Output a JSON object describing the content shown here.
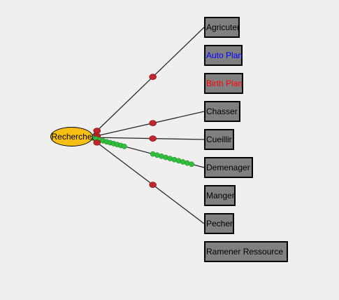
{
  "root": {
    "label": "Recherche"
  },
  "nodes": [
    {
      "id": "agriculter",
      "label": "Agricuter",
      "color": "#000000"
    },
    {
      "id": "auto-plan",
      "label": "Auto Plan",
      "color": "#0000ff"
    },
    {
      "id": "birth-plan",
      "label": "Birth Plan",
      "color": "#ff0000"
    },
    {
      "id": "chasser",
      "label": "Chasser",
      "color": "#000000"
    },
    {
      "id": "cueillir",
      "label": "Cueillir",
      "color": "#000000"
    },
    {
      "id": "demenager",
      "label": "Demenager",
      "color": "#000000"
    },
    {
      "id": "manger",
      "label": "Manger",
      "color": "#000000"
    },
    {
      "id": "pecher",
      "label": "Pecher",
      "color": "#000000"
    },
    {
      "id": "ramener",
      "label": "Ramener Ressource",
      "color": "#000000"
    }
  ],
  "edges": [
    {
      "to": "agriculter",
      "marker": "red"
    },
    {
      "to": "chasser",
      "marker": "red"
    },
    {
      "to": "cueillir",
      "marker": "red"
    },
    {
      "to": "demenager",
      "marker": "green"
    },
    {
      "to": "pecher",
      "marker": "red"
    }
  ],
  "colors": {
    "background": "#efefef",
    "root_fill": "#f7bf14",
    "node_fill": "#808080",
    "edge": "#2a2a2a",
    "marker_red": "#c0262b",
    "marker_green": "#2fbf3a"
  }
}
